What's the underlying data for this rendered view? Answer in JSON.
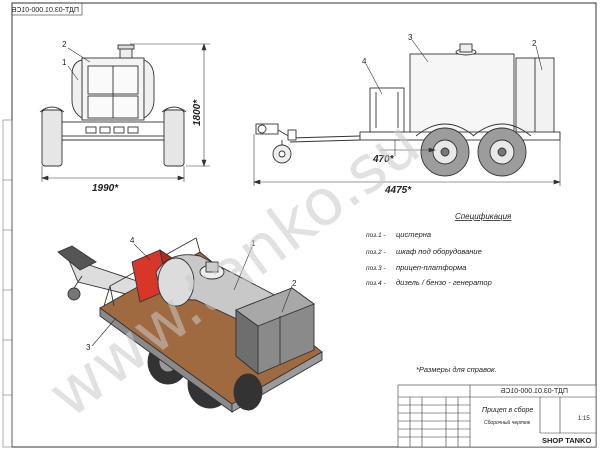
{
  "corner_code": "ПДТ-03.01.000-01СБ",
  "dimensions": {
    "front_height": "1800*",
    "front_width": "1990*",
    "drawbar": "470*",
    "total_length": "4475*"
  },
  "callouts": {
    "front": [
      "1",
      "2"
    ],
    "side": [
      "3",
      "4",
      "2"
    ],
    "iso": [
      "4",
      "1",
      "2",
      "3"
    ]
  },
  "spec": {
    "title": "Спецификация",
    "items": [
      {
        "pos": "поз.1 -",
        "name": "цистерна"
      },
      {
        "pos": "поз.2 -",
        "name": "шкаф под оборудование"
      },
      {
        "pos": "поз.3 -",
        "name": "прицеп-платформа"
      },
      {
        "pos": "поз.4 -",
        "name": "дизель / бензо - генератор"
      }
    ]
  },
  "note": "*Размеры для справок.",
  "title_block": {
    "doc_code": "ПДТ-03.01.000-01СБ",
    "name": "Прицеп в сборе",
    "subname": "Сборочный чертеж",
    "scale": "1:15",
    "company": "SHOP TANKO"
  },
  "watermark": "www.tanko.su",
  "colors": {
    "line": "#333333",
    "deck": "#a06a40",
    "generator": "#d9362a",
    "tank": "#c8c8c8",
    "cabinet": "#8a8a8a"
  }
}
